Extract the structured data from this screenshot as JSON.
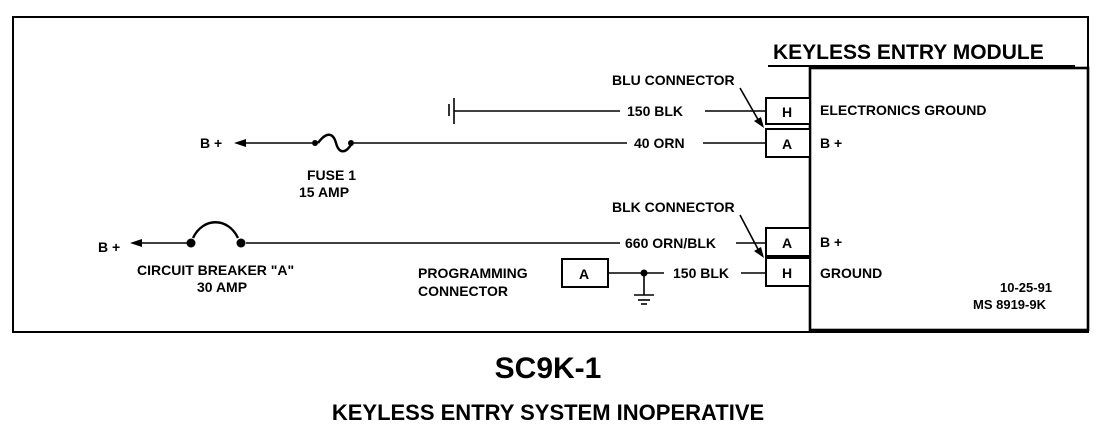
{
  "module": {
    "title": "KEYLESS ENTRY MODULE"
  },
  "connectors": {
    "blu": "BLU CONNECTOR",
    "blk": "BLK CONNECTOR",
    "programming_line1": "PROGRAMMING",
    "programming_line2": "CONNECTOR"
  },
  "pins": {
    "h1": "H",
    "a1": "A",
    "a2": "A",
    "h2": "H",
    "prog": "A"
  },
  "pin_labels": {
    "electronics_ground": "ELECTRONICS GROUND",
    "bplus_a1": "B +",
    "bplus_a2": "B +",
    "ground": "GROUND"
  },
  "wires": {
    "w1": "150 BLK",
    "w2": "40 ORN",
    "w3": "660 ORN/BLK",
    "w4": "150 BLK"
  },
  "sources": {
    "bplus_fuse": "B +",
    "bplus_breaker": "B +"
  },
  "fuse": {
    "line1": "FUSE 1",
    "line2": "15 AMP"
  },
  "breaker": {
    "line1": "CIRCUIT BREAKER \"A\"",
    "line2": "30 AMP"
  },
  "stamp": {
    "date": "10-25-91",
    "code": "MS 8919-9K"
  },
  "heading": "SC9K-1",
  "subheading": "KEYLESS ENTRY SYSTEM INOPERATIVE"
}
